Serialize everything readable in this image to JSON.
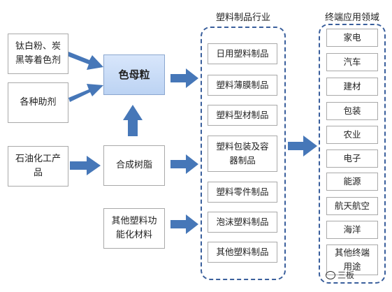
{
  "inputs": {
    "pigment": "钛白粉、炭黑等着色剂",
    "additives": "各种助剂",
    "petrochem": "石油化工产品",
    "resin": "合成树脂",
    "functional": "其他塑料功能化材料"
  },
  "center": {
    "masterbatch": "色母粒"
  },
  "plastics": {
    "title": "塑料制品行业",
    "items": [
      "日用塑料制品",
      "塑料薄膜制品",
      "塑料型材制品",
      "塑料包装及容器制品",
      "塑料零件制品",
      "泡沫塑料制品",
      "其他塑料制品"
    ]
  },
  "applications": {
    "title": "终端应用领域",
    "items": [
      "家电",
      "汽车",
      "建材",
      "包装",
      "农业",
      "电子",
      "能源",
      "航天航空",
      "海洋",
      "其他终端用途"
    ]
  },
  "watermark": {
    "text": "三板"
  },
  "colors": {
    "arrow": "#4677b8",
    "dash": "#3a5f9c",
    "highlight": "#c9dcf6"
  }
}
